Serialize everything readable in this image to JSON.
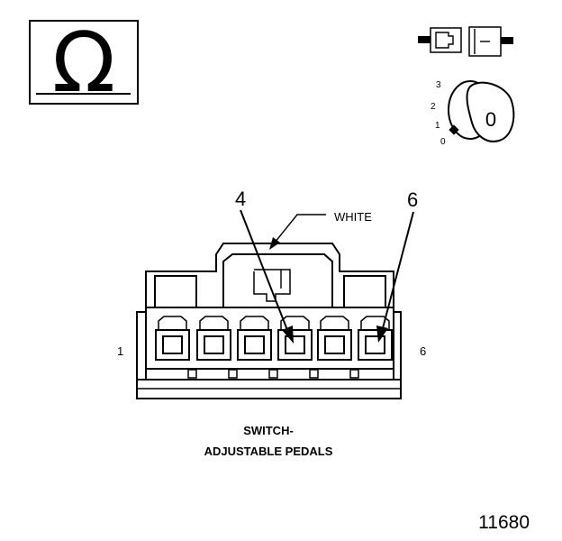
{
  "icons": {
    "ohm_symbol": "Ω",
    "ohmmeter": "ohmmeter-icon",
    "disconnect": "disconnected-connector-icon",
    "ignition": "ignition-switch-icon"
  },
  "ignition": {
    "positions": [
      "3",
      "2",
      "1",
      "0"
    ],
    "key_label": "0"
  },
  "connector": {
    "wire_color_label": "WHITE",
    "probe_left_label": "4",
    "probe_right_label": "6",
    "pin_first_label": "1",
    "pin_last_label": "6"
  },
  "caption": {
    "line1": "SWITCH-",
    "line2": "ADJUSTABLE PEDALS"
  },
  "figure_number": "11680"
}
